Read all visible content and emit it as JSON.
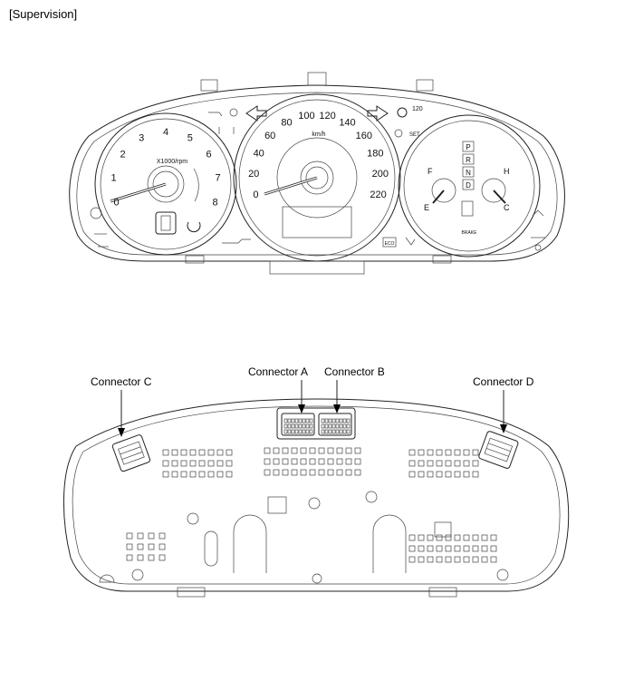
{
  "header": {
    "title": "[Supervision]"
  },
  "cluster": {
    "tacho": {
      "unit": "X1000/rpm",
      "labels": [
        "0",
        "1",
        "2",
        "3",
        "4",
        "5",
        "6",
        "7",
        "8"
      ]
    },
    "speedo": {
      "unit": "km/h",
      "labels": [
        "0",
        "20",
        "40",
        "60",
        "80",
        "100",
        "120",
        "140",
        "160",
        "180",
        "200",
        "220"
      ]
    },
    "fuel": {
      "full": "F",
      "empty": "E"
    },
    "temp": {
      "hot": "H",
      "cold": "C"
    },
    "gear": {
      "letters": [
        "P",
        "R",
        "N",
        "D"
      ]
    },
    "indicators": {
      "set": "SET",
      "speed_limit": "120",
      "eco": "ECO",
      "brake": "BRAKE"
    }
  },
  "connectors": {
    "a": "Connector A",
    "b": "Connector B",
    "c": "Connector C",
    "d": "Connector D"
  }
}
